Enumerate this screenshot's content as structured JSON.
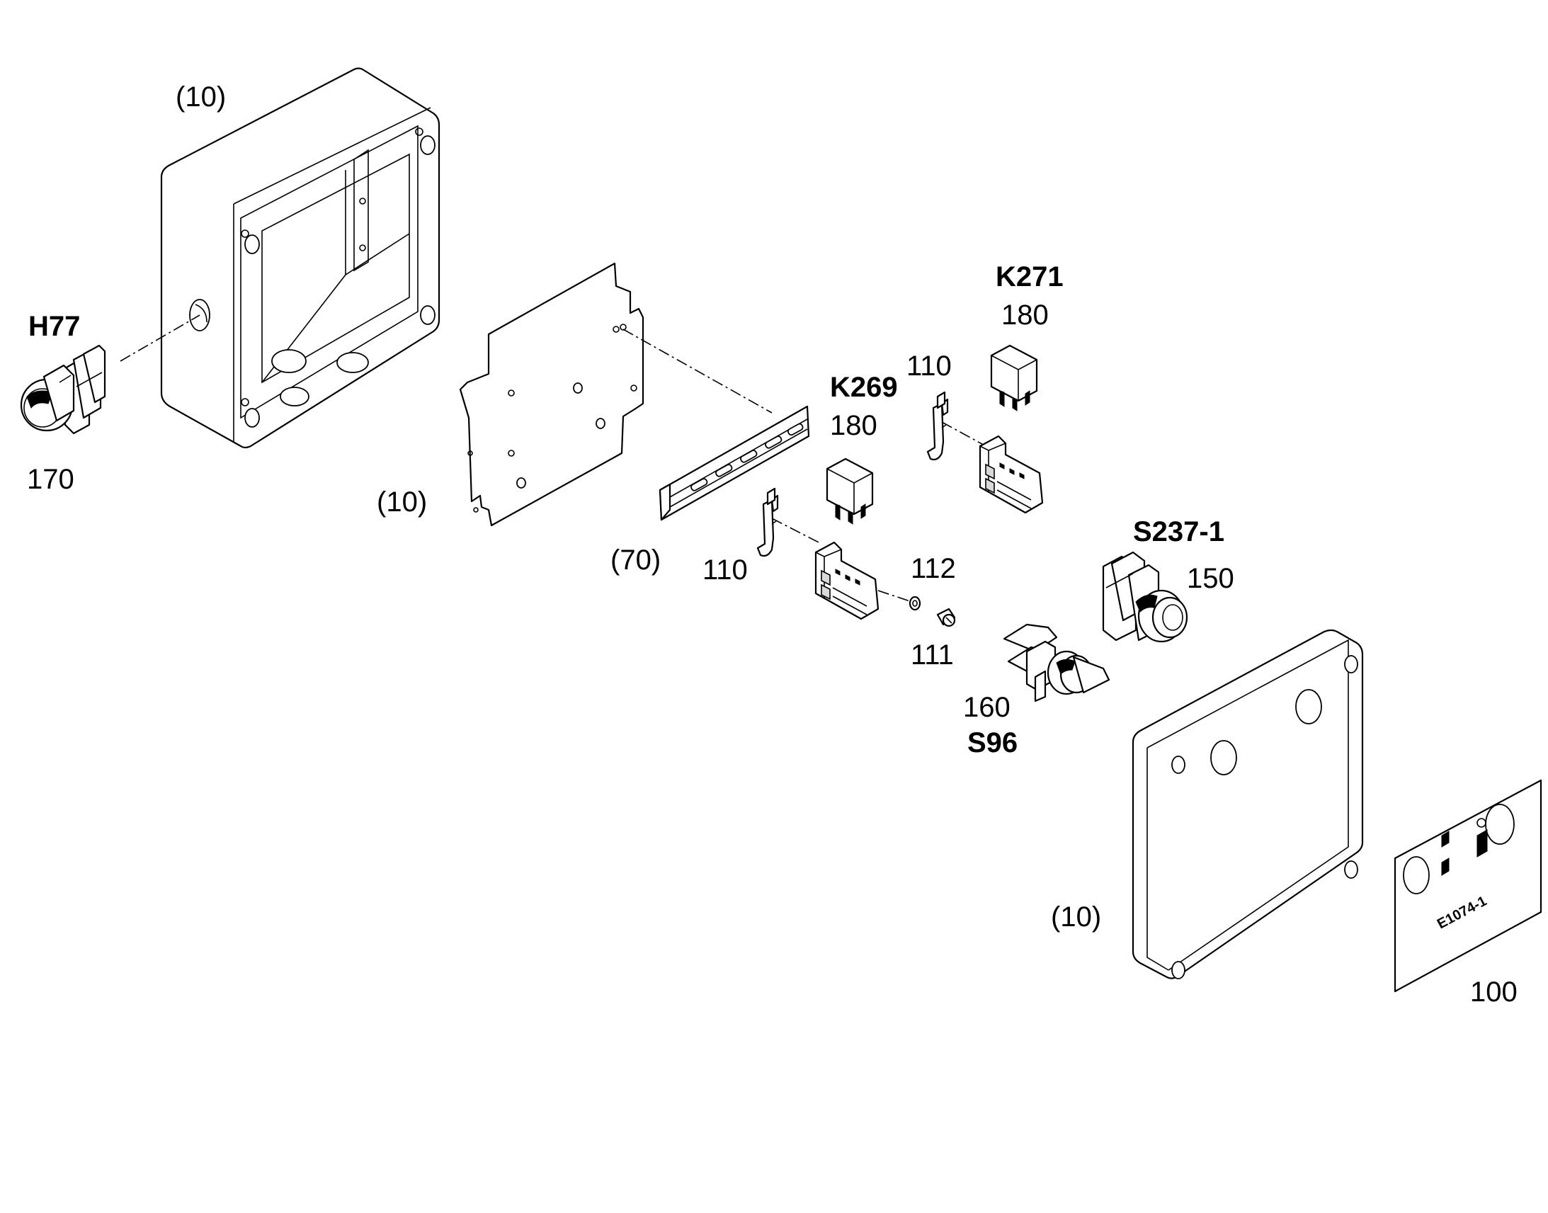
{
  "labels": {
    "housing_pos": "(10)",
    "mounting_plate_pos": "(10)",
    "lid_pos": "(10)",
    "din_rail_pos": "(70)",
    "h77_ref": "H77",
    "h77_pos": "170",
    "k271_ref": "K271",
    "k271_pos": "180",
    "k269_ref": "K269",
    "k269_pos": "180",
    "clip_upper_pos": "110",
    "clip_lower_pos": "110",
    "washer_pos": "112",
    "screw_pos": "111",
    "s237_ref": "S237-1",
    "s237_pos": "150",
    "s96_pos": "160",
    "s96_ref": "S96",
    "label_plate_pos": "100",
    "label_plate_text": "E1074-1"
  },
  "icons": [
    "enclosure-housing-icon",
    "mounting-plate-icon",
    "din-rail-icon",
    "relay-icon",
    "relay-socket-icon",
    "retaining-clip-icon",
    "washer-icon",
    "screw-icon",
    "pilot-light-icon",
    "pushbutton-icon",
    "selector-switch-icon",
    "enclosure-lid-icon",
    "label-plate-icon"
  ]
}
